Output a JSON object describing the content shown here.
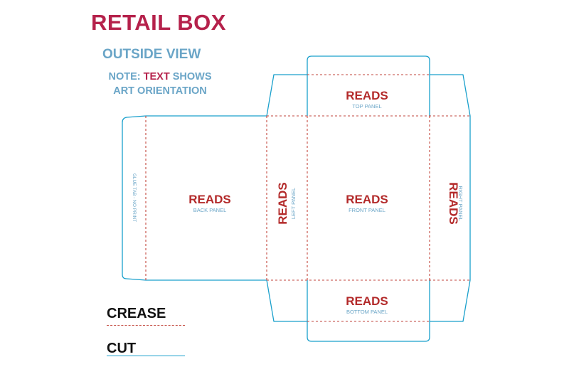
{
  "header": {
    "title": "RETAIL BOX",
    "view": "OUTSIDE VIEW",
    "note_prefix": "NOTE: ",
    "note_highlight": "TEXT",
    "note_suffix": " SHOWS",
    "note_line2": "ART ORIENTATION"
  },
  "panels": {
    "reads": "READS",
    "top": "TOP PANEL",
    "back": "BACK PANEL",
    "left": "LEFT PANEL",
    "front": "FRONT PANEL",
    "right": "RIGHT PANEL",
    "bottom": "BOTTOM PANEL",
    "glue": "GLUE TAB - NO PRINT"
  },
  "legend": {
    "crease": "CREASE",
    "cut": "CUT"
  },
  "colors": {
    "accent_red": "#b5214b",
    "panel_red": "#b32a2a",
    "blue_text": "#6aa5c7",
    "cut_line": "#1aa0cc",
    "crease_line": "#c2463c"
  }
}
